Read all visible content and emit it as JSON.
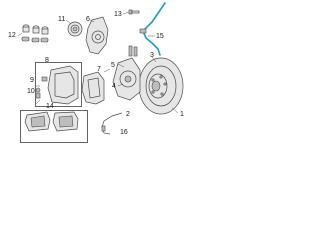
{
  "callouts": {
    "c1": "1",
    "c2": "2",
    "c3": "3",
    "c4": "4",
    "c5": "5",
    "c6": "6",
    "c7": "7",
    "c8": "8",
    "c9": "9",
    "c10": "10",
    "c11": "11",
    "c12": "12",
    "c13": "13",
    "c14": "14",
    "c15": "15",
    "c16": "16"
  },
  "colors": {
    "highlight_hose": "#1e9bd7",
    "line": "#4a4a4a"
  }
}
